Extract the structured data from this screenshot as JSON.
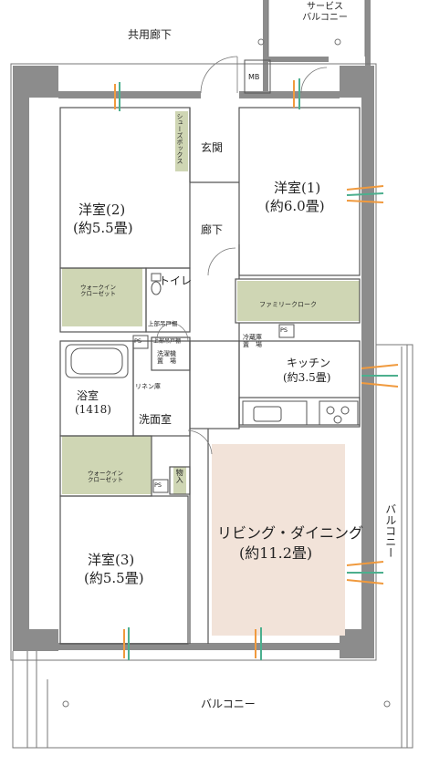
{
  "labels": {
    "common_corridor": "共用廊下",
    "service_balcony": "サービス\nバルコニー",
    "mb": "MB",
    "shoebox": "シューズボックス",
    "entrance": "玄関",
    "western_room_1": "洋室(1)",
    "western_room_1_size": "(約6.0畳)",
    "western_room_2": "洋室(2)",
    "western_room_2_size": "(約5.5畳)",
    "hallway": "廊下",
    "walkin_closet_1": "ウォークイン\nクローゼット",
    "toilet": "トイレ",
    "upper_cabinet_1": "上部吊戸棚",
    "family_closet": "ファミリークローク",
    "ps_1": "PS",
    "ps_2": "PS",
    "ps_3": "PS",
    "upper_cabinet_2": "上部吊戸棚",
    "washer_space": "洗濯機\n置　場",
    "fridge_space": "冷蔵庫\n置　場",
    "kitchen": "キッチン",
    "kitchen_size": "(約3.5畳)",
    "bathroom": "浴室",
    "bathroom_size": "(1418)",
    "linen": "リネン庫",
    "washroom": "洗面室",
    "walkin_closet_2": "ウォークイン\nクローゼット",
    "storage": "物入",
    "living_dining": "リビング・ダイニング",
    "living_dining_size": "(約11.2畳)",
    "western_room_3": "洋室(3)",
    "western_room_3_size": "(約5.5畳)",
    "balcony_side": "バルコニー",
    "balcony_bottom": "バルコニー"
  },
  "colors": {
    "wall": "#8c8c8c",
    "closet": "#cfd6b4",
    "living": "#f2e3d9",
    "line": "#555555",
    "orange": "#f09a3e",
    "green": "#4caf8e"
  }
}
